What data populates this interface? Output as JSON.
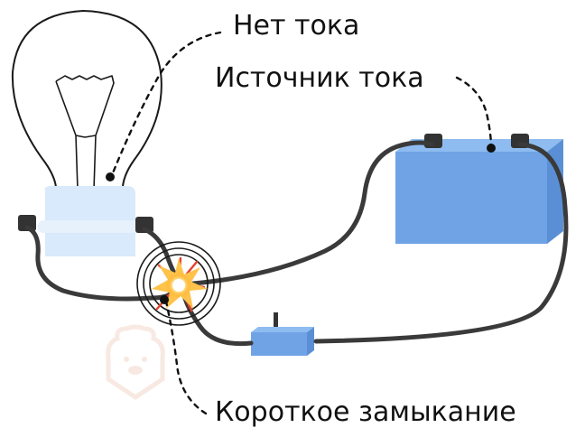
{
  "labels": {
    "no_current": "Нет тока",
    "current_source": "Источник тока",
    "short_circuit": "Короткое замыкание"
  },
  "colors": {
    "wire": "#3a3a3a",
    "battery_front": "#6fa3e6",
    "battery_top": "#8ebcf0",
    "battery_side": "#5a8fd6",
    "switch_body": "#6fa3e6",
    "bulb_base": "#d8eafb",
    "terminal": "#333333",
    "spark_core": "#fff6c8",
    "spark_glow": "#ffb020",
    "spark_rays": "#e8402a",
    "watermark": "#f3e3dc"
  },
  "icons": [
    "bulb-icon",
    "battery-icon",
    "switch-icon",
    "spark-icon",
    "bear-watermark-icon"
  ]
}
